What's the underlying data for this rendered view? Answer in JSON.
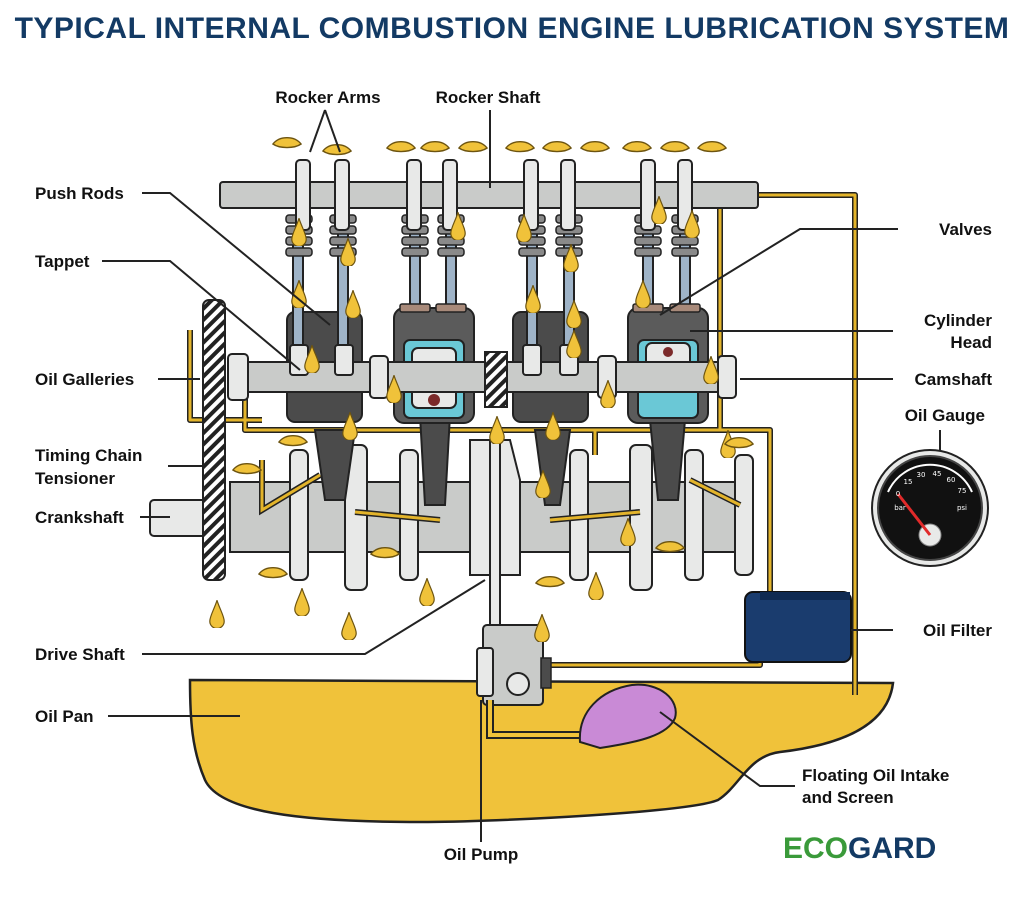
{
  "title": "TYPICAL INTERNAL COMBUSTION ENGINE LUBRICATION SYSTEM",
  "labels": {
    "rocker_arms": "Rocker Arms",
    "rocker_shaft": "Rocker Shaft",
    "push_rods": "Push Rods",
    "tappet": "Tappet",
    "valves": "Valves",
    "cylinder_head_1": "Cylinder",
    "cylinder_head_2": "Head",
    "oil_galleries": "Oil Galleries",
    "camshaft": "Camshaft",
    "oil_gauge": "Oil Gauge",
    "timing_chain_1": "Timing Chain",
    "timing_chain_2": "Tensioner",
    "crankshaft": "Crankshaft",
    "drive_shaft": "Drive Shaft",
    "oil_filter": "Oil Filter",
    "oil_pan": "Oil Pan",
    "floating_intake_1": "Floating Oil Intake",
    "floating_intake_2": "and Screen",
    "oil_pump": "Oil Pump"
  },
  "gauge": {
    "ticks": [
      "0",
      "15",
      "30",
      "45",
      "60",
      "75"
    ],
    "unit_left": "bar",
    "unit_right": "psi"
  },
  "logo": {
    "part1": "ECO",
    "part2": "GARD"
  },
  "colors": {
    "title": "#133a64",
    "oil": "#f0c23a",
    "oil_line": "#e3b42b",
    "engine_gray": "#c9cbc9",
    "dark_block": "#4b4b4b",
    "coolant": "#6ac8d6",
    "filter_blue": "#1a3c6e",
    "intake_purple": "#c98ad6",
    "logo_green": "#3a9a3a"
  }
}
